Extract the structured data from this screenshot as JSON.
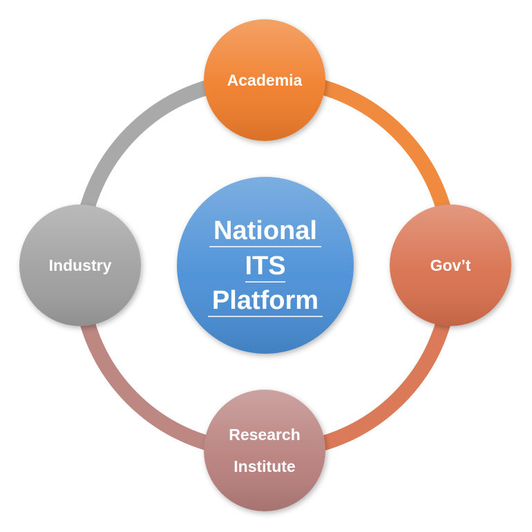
{
  "center": {
    "lines": [
      "National",
      "ITS",
      "Platform"
    ],
    "color": "#4a8fd6"
  },
  "nodes": [
    {
      "id": "academia",
      "lines": [
        "Academia"
      ],
      "color": "#f07d2c"
    },
    {
      "id": "govt",
      "lines": [
        "Gov’t"
      ],
      "color": "#d86f4e"
    },
    {
      "id": "research-institute",
      "lines": [
        "Research",
        "Institute"
      ],
      "color": "#b87f7b"
    },
    {
      "id": "industry",
      "lines": [
        "Industry"
      ],
      "color": "#9f9f9f"
    }
  ],
  "connectors": [
    {
      "from": "academia",
      "to": "govt",
      "color": "#f08a3e"
    },
    {
      "from": "govt",
      "to": "research-institute",
      "color": "#db7a58"
    },
    {
      "from": "research-institute",
      "to": "industry",
      "color": "#bd8782"
    },
    {
      "from": "industry",
      "to": "academia",
      "color": "#a9a9a9"
    }
  ]
}
